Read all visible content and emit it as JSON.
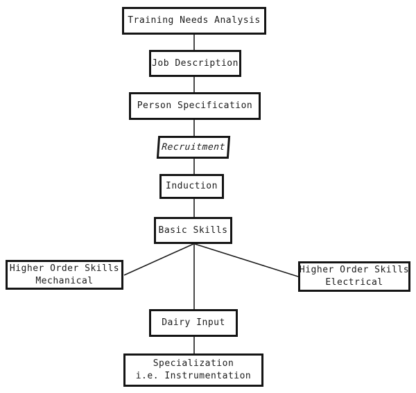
{
  "diagram": {
    "type": "flowchart",
    "background": "#ffffff",
    "box_border_color": "#141414",
    "box_fill_color": "#ffffff",
    "text_color": "#1a1a1a",
    "line_color": "#1a1a1a"
  },
  "nodes": {
    "training_needs_analysis": {
      "label": "Training Needs Analysis"
    },
    "job_description": {
      "label": "Job Description"
    },
    "person_specification": {
      "label": "Person Specification"
    },
    "recruitment": {
      "label": "Recruitment",
      "style": "italic-skewed"
    },
    "induction": {
      "label": "Induction"
    },
    "basic_skills": {
      "label": "Basic Skills"
    },
    "hos_mechanical": {
      "line1": "Higher Order Skills",
      "line2": "Mechanical"
    },
    "hos_electrical": {
      "line1": "Higher Order Skills",
      "line2": "Electrical"
    },
    "dairy_input": {
      "label": "Dairy Input"
    },
    "specialization": {
      "line1": "Specialization",
      "line2": "i.e. Instrumentation"
    }
  },
  "edges": [
    {
      "from": "training_needs_analysis",
      "to": "job_description"
    },
    {
      "from": "job_description",
      "to": "person_specification"
    },
    {
      "from": "person_specification",
      "to": "recruitment"
    },
    {
      "from": "recruitment",
      "to": "induction"
    },
    {
      "from": "induction",
      "to": "basic_skills"
    },
    {
      "from": "basic_skills",
      "to": "hos_mechanical"
    },
    {
      "from": "basic_skills",
      "to": "hos_electrical"
    },
    {
      "from": "basic_skills",
      "to": "dairy_input"
    },
    {
      "from": "dairy_input",
      "to": "specialization"
    }
  ]
}
